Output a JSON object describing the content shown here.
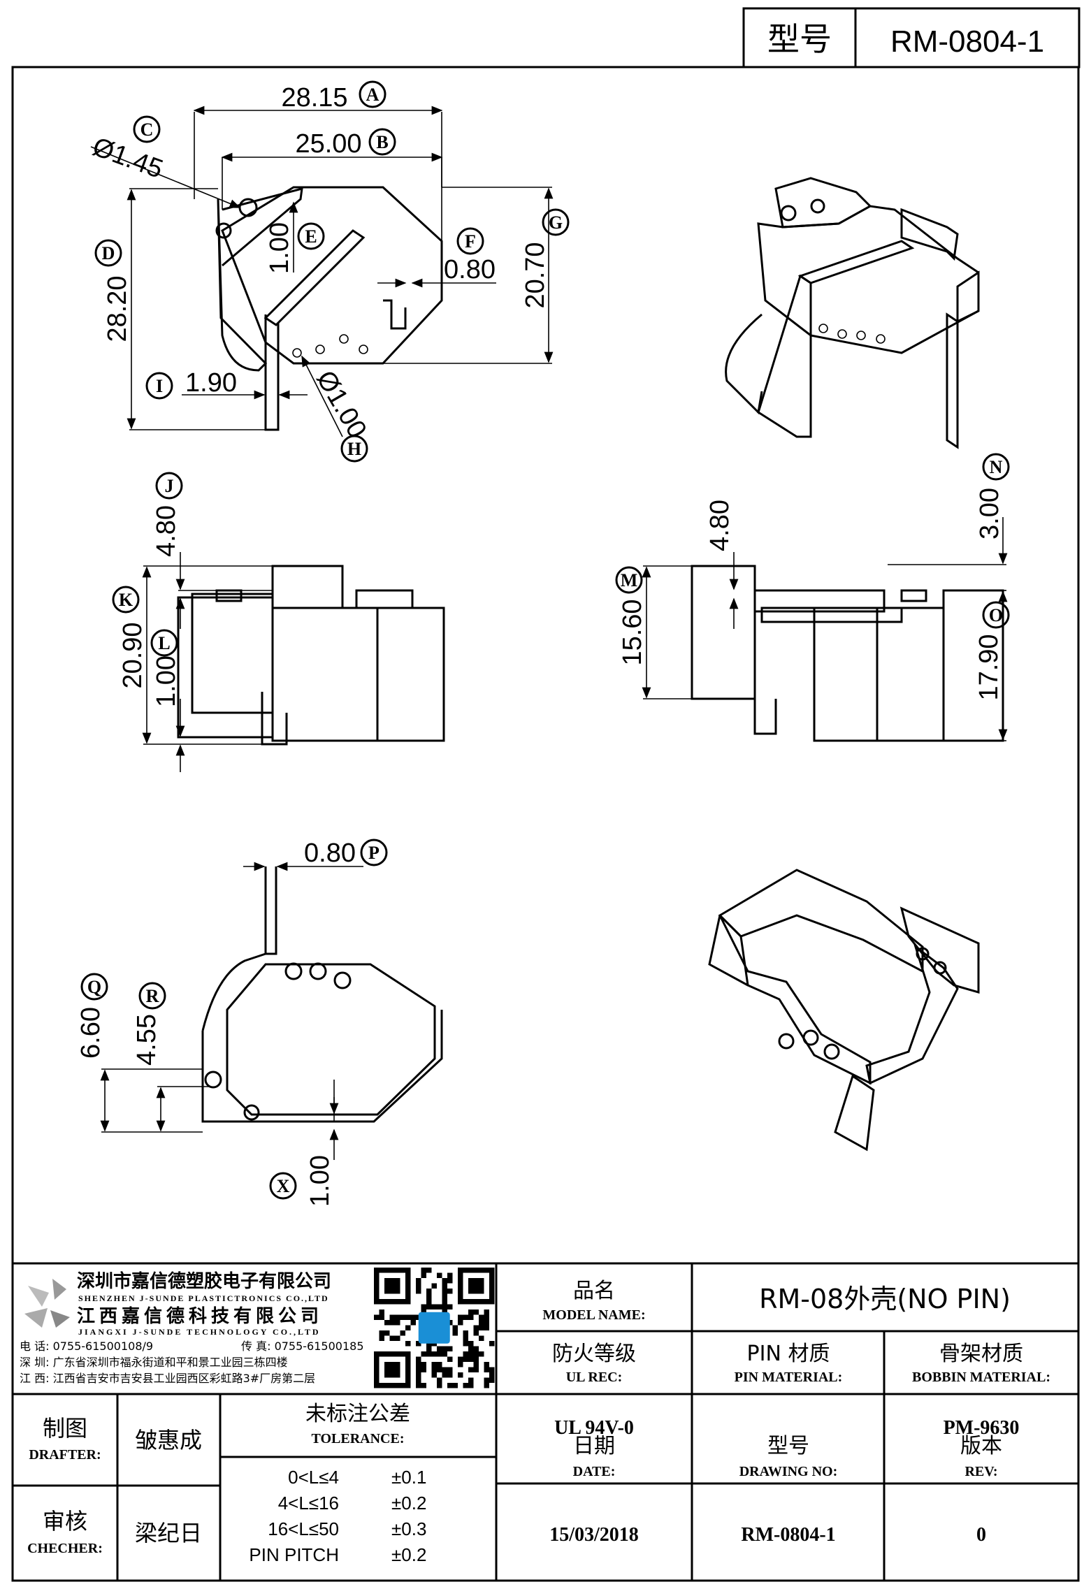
{
  "header": {
    "label": "型号",
    "model": "RM-0804-1"
  },
  "dims": {
    "A": "28.15",
    "B": "25.00",
    "C": "Ø1.45",
    "D": "28.20",
    "E": "1.00",
    "F": "0.80",
    "G": "20.70",
    "H": "Ø1.00",
    "I": "1.90",
    "J": "4.80",
    "K": "20.90",
    "L": "1.00",
    "M": "15.60",
    "M2": "4.80",
    "N": "3.00",
    "O": "17.90",
    "P": "0.80",
    "Q": "6.60",
    "R": "4.55",
    "X": "1.00"
  },
  "badges": [
    "A",
    "B",
    "C",
    "D",
    "E",
    "F",
    "G",
    "H",
    "I",
    "J",
    "K",
    "L",
    "M",
    "N",
    "O",
    "P",
    "Q",
    "R",
    "X"
  ],
  "company": {
    "name_cn": "深圳市嘉信德塑胶电子有限公司",
    "name_en": "SHENZHEN J-SUNDE PLASTICTRONICS CO.,LTD",
    "name2_cn": "江西嘉信德科技有限公司",
    "name2_en": "JIANGXI J-SUNDE TECHNOLOGY CO.,LTD",
    "phone": "电 话: 0755-61500108/9",
    "fax": "传 真: 0755-61500185",
    "addr1": "深 圳: 广东省深圳市福永街道和平和景工业园三栋四楼",
    "addr2": "江 西: 江西省吉安市吉安县工业园西区彩虹路3#厂房第二层"
  },
  "titleblock": {
    "model_name_cn": "品名",
    "model_name_en": "MODEL NAME:",
    "model_name_val": "RM-08外壳(NO PIN)",
    "ul_cn": "防火等级",
    "ul_en": "UL REC:",
    "ul_val": "UL 94V-0",
    "pin_cn": "PIN 材质",
    "pin_en": "PIN MATERIAL:",
    "pin_val": "",
    "bobbin_cn": "骨架材质",
    "bobbin_en": "BOBBIN MATERIAL:",
    "bobbin_val": "PM-9630",
    "drafter_cn": "制图",
    "drafter_en": "DRAFTER:",
    "drafter_val": "皱惠成",
    "checker_cn": "审核",
    "checker_en": "CHECHER:",
    "checker_val": "梁纪日",
    "tol_cn": "未标注公差",
    "tol_en": "TOLERANCE:",
    "tol_rows": [
      {
        "range": "0<L≤4",
        "val": "±0.1"
      },
      {
        "range": "4<L≤16",
        "val": "±0.2"
      },
      {
        "range": "16<L≤50",
        "val": "±0.3"
      },
      {
        "range": "PIN PITCH",
        "val": "±0.2"
      }
    ],
    "date_cn": "日期",
    "date_en": "DATE:",
    "date_val": "15/03/2018",
    "dwg_cn": "型号",
    "dwg_en": "DRAWING NO:",
    "dwg_val": "RM-0804-1",
    "rev_cn": "版本",
    "rev_en": "REV:",
    "rev_val": "0"
  }
}
